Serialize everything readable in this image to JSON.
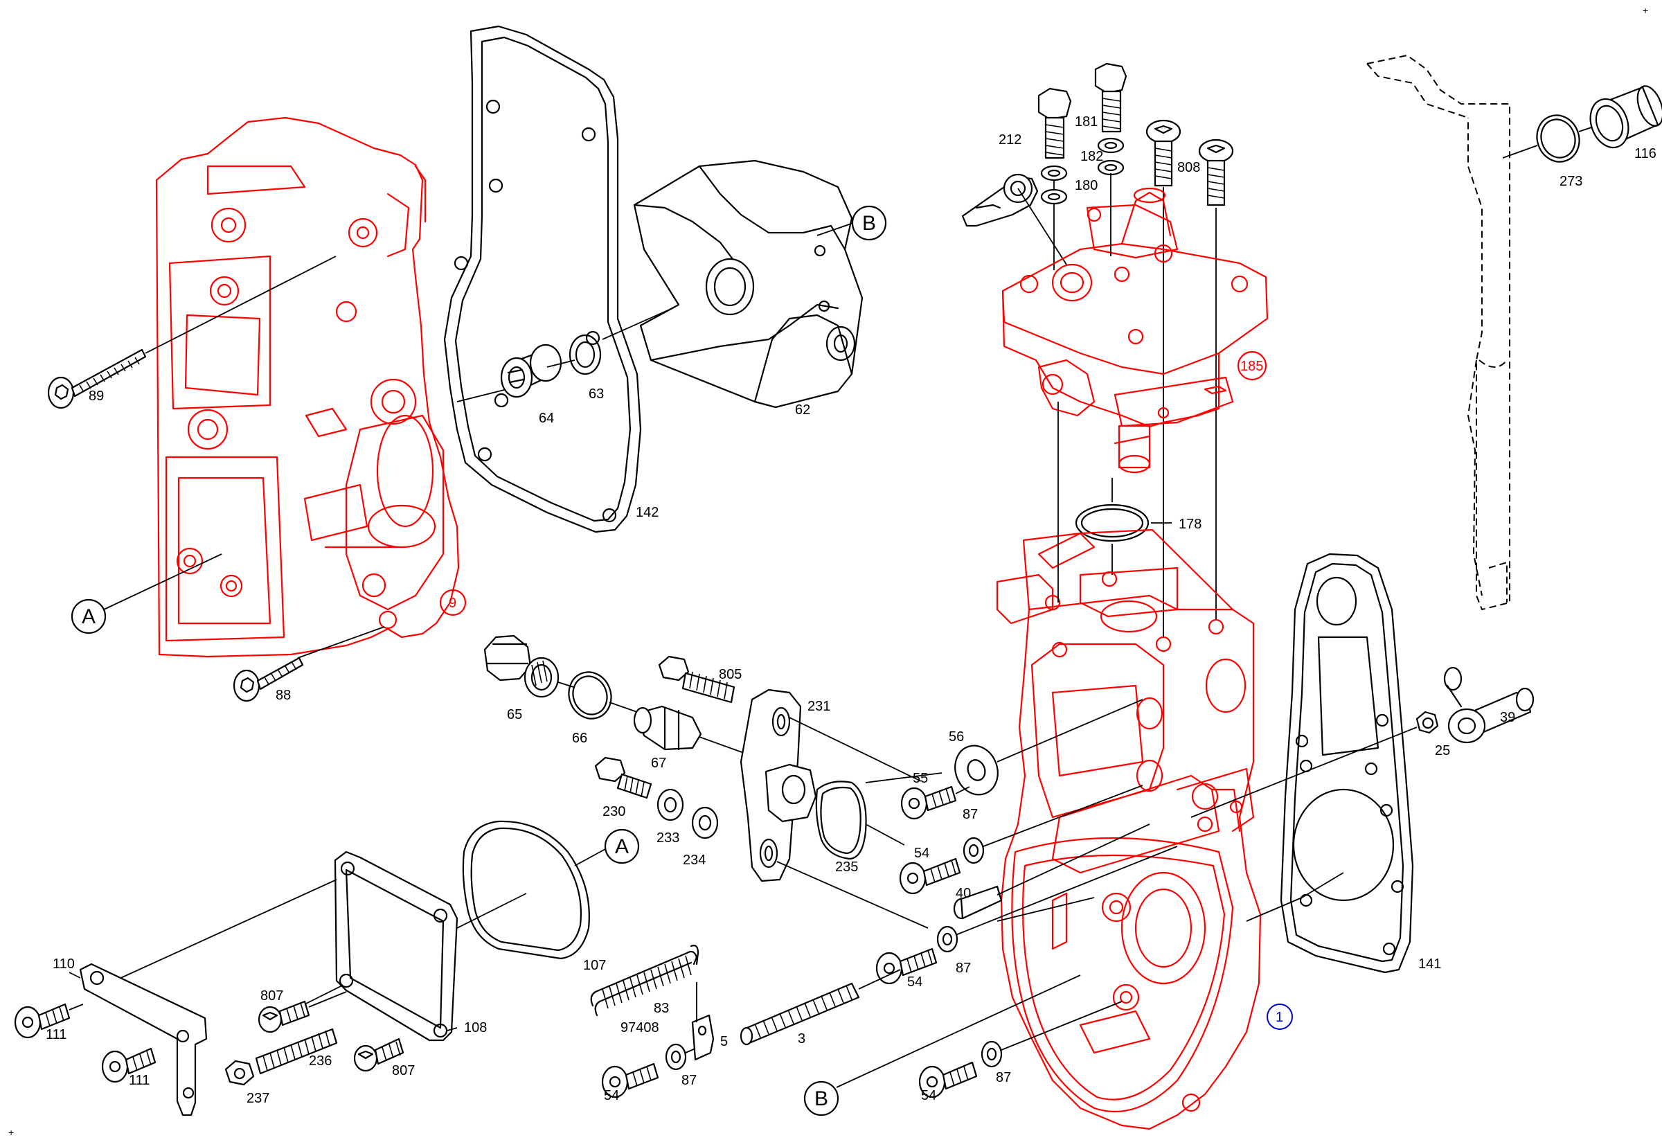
{
  "diagram": {
    "callouts": {
      "a1": "A",
      "a2": "A",
      "b1": "B",
      "b2": "B"
    },
    "assembly_labels": {
      "housing": "1",
      "cover": "9",
      "top_cover": "185"
    },
    "parts": {
      "p89": "89",
      "p88": "88",
      "p64": "64",
      "p63": "63",
      "p62": "62",
      "p142": "142",
      "p212": "212",
      "p181": "181",
      "p182": "182",
      "p180": "180",
      "p808": "808",
      "p273": "273",
      "p116": "116",
      "p178": "178",
      "p65": "65",
      "p66": "66",
      "p67": "67",
      "p805": "805",
      "p231": "231",
      "p230": "230",
      "p233": "233",
      "p234": "234",
      "p235": "235",
      "p56": "56",
      "p55": "55",
      "p87a": "87",
      "p54a": "54",
      "p40": "40",
      "p39": "39",
      "p25": "25",
      "p141": "141",
      "p110": "110",
      "p111a": "111",
      "p111b": "111",
      "p807a": "807",
      "p807b": "807",
      "p236": "236",
      "p237": "237",
      "p108": "108",
      "p107": "107",
      "p83": "83",
      "p97408": "97408",
      "p5": "5",
      "p3": "3",
      "p54b": "54",
      "p87b": "87",
      "p54c": "54",
      "p87c": "87",
      "p54d": "54",
      "p87d": "87"
    },
    "corner_marks": {
      "top_right": "+",
      "bottom_left": "+"
    }
  }
}
